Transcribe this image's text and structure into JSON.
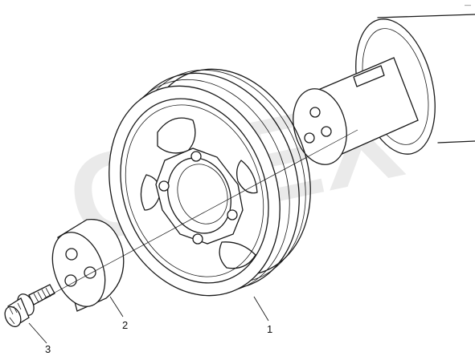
{
  "drawing": {
    "callouts": [
      {
        "id": "pulley",
        "label": "1"
      },
      {
        "id": "spacer",
        "label": "2"
      },
      {
        "id": "bolt",
        "label": "3"
      }
    ],
    "watermark": "OPEX",
    "corner_mark": "—"
  }
}
